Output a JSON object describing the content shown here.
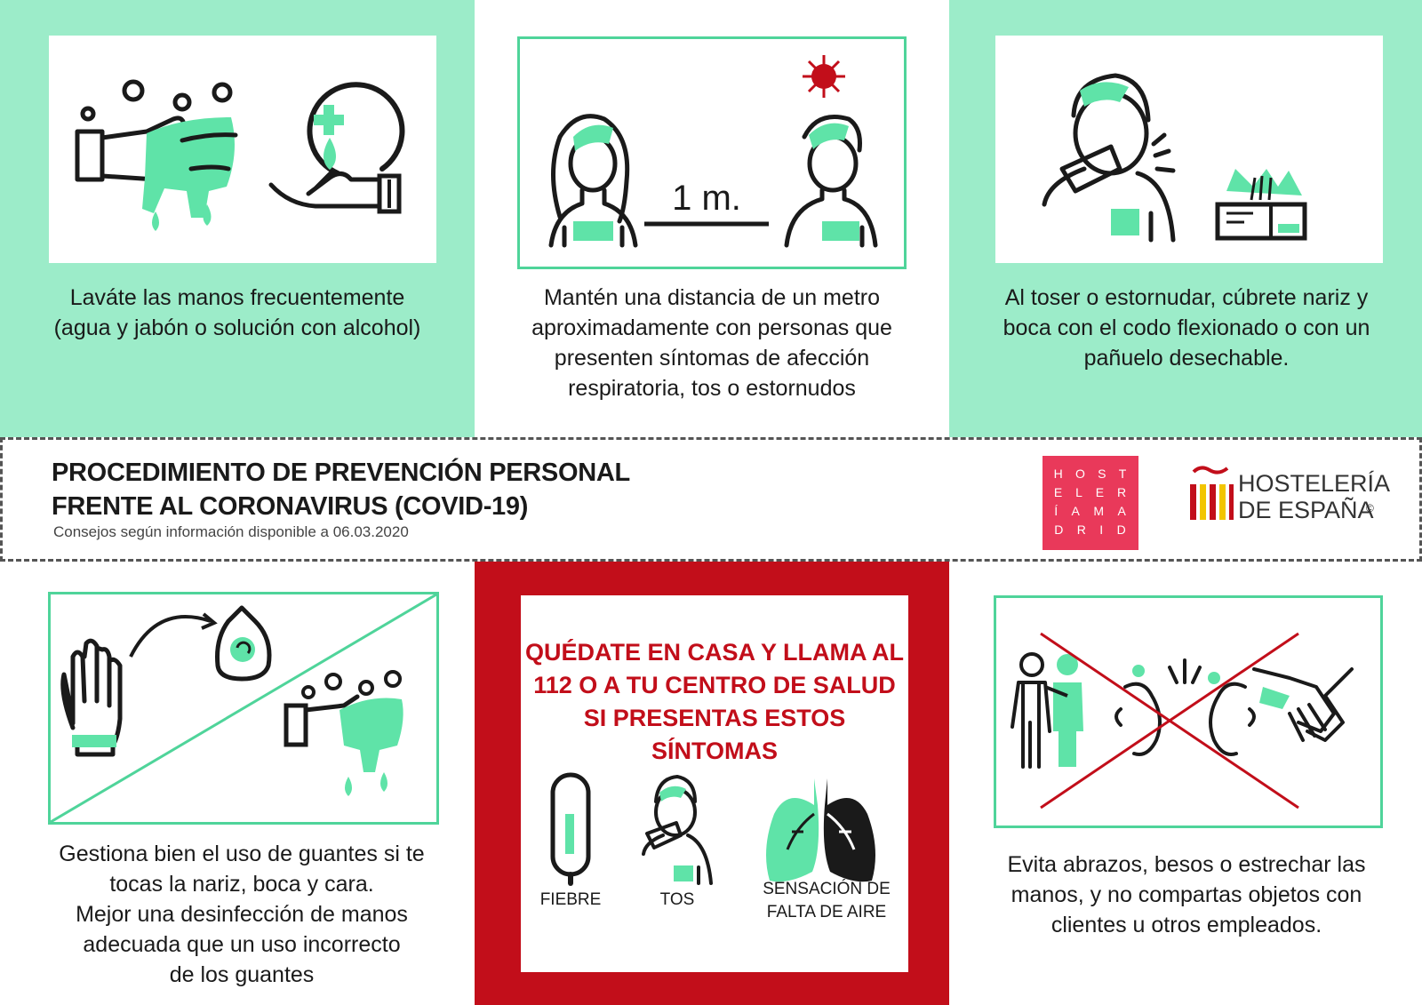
{
  "colors": {
    "mint": "#9cecc9",
    "mint_dark": "#4fd49a",
    "accent_red": "#c20e1a",
    "pink": "#e9395a"
  },
  "tips": {
    "wash": {
      "lines": [
        "Laváte las manos frecuentemente",
        "(agua y jabón o solución con alcohol)"
      ],
      "icons": [
        "hand-washing-icon",
        "hand-sanitizer-icon"
      ]
    },
    "distance": {
      "lines": [
        "Mantén una distancia de un metro",
        "aproximadamente con personas que",
        "presenten síntomas de afección",
        "respiratoria, tos o estornudos"
      ],
      "distance_label": "1 m.",
      "icons": [
        "woman-icon",
        "man-icon",
        "virus-icon"
      ]
    },
    "cough": {
      "lines": [
        "Al toser o estornudar, cúbrete nariz y",
        "boca con el codo flexionado o con un",
        "pañuelo desechable."
      ],
      "icons": [
        "man-coughing-icon",
        "tissue-box-icon"
      ]
    },
    "gloves": {
      "lines": [
        "Gestiona bien el uso de guantes si te",
        "tocas la nariz, boca y cara.",
        "Mejor una desinfección de manos",
        "adecuada que un uso incorrecto",
        "de los guantes"
      ],
      "icons": [
        "glove-icon",
        "trash-bag-icon",
        "hand-washing-icon"
      ]
    },
    "contact": {
      "lines": [
        "Evita abrazos, besos o estrechar las",
        "manos, y no compartas objetos con",
        "clientes u otros empleados."
      ],
      "icons": [
        "hugging-people-icon",
        "kissing-faces-icon",
        "handshake-icon"
      ]
    }
  },
  "banner": {
    "title_lines": [
      "PROCEDIMIENTO DE PREVENCIÓN PERSONAL",
      "FRENTE AL CORONAVIRUS (COVID-19)"
    ],
    "subtitle": "Consejos según información disponible a 06.03.2020",
    "hm_logo_rows": [
      [
        "H",
        "O",
        "S",
        "T"
      ],
      [
        "E",
        "L",
        "E",
        "R"
      ],
      [
        "Í",
        "A",
        "M",
        "A"
      ],
      [
        "D",
        "R",
        "I",
        "D"
      ]
    ],
    "he_logo_lines": [
      "HOSTELERÍA",
      "DE ESPAÑA"
    ],
    "he_logo_mark": "©"
  },
  "alert": {
    "lines": [
      "QUÉDATE EN CASA Y LLAMA AL",
      "112 O A TU CENTRO DE SALUD",
      "SI PRESENTAS ESTOS SÍNTOMAS"
    ],
    "symptoms": [
      {
        "lines": [
          "FIEBRE"
        ],
        "icon": "thermometer-icon"
      },
      {
        "lines": [
          "TOS"
        ],
        "icon": "coughing-person-icon"
      },
      {
        "lines": [
          "SENSACIÓN DE",
          "FALTA DE AIRE"
        ],
        "icon": "lungs-icon"
      }
    ]
  }
}
